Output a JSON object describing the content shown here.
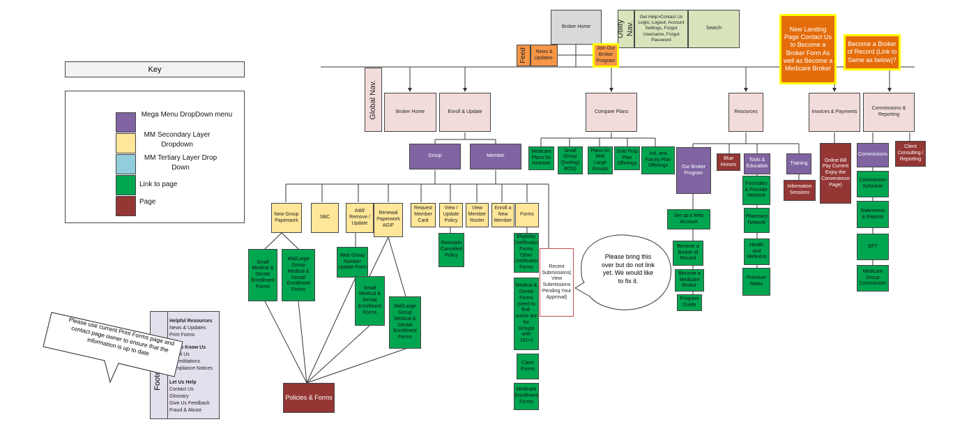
{
  "key": {
    "title": "Key",
    "items": [
      {
        "label": "Mega Menu DropDown menu",
        "color": "#8064a2"
      },
      {
        "label": "MM Secondary Layer Dropdown",
        "color": "#ffe699"
      },
      {
        "label": "MM Tertiary Layer Drop Down",
        "color": "#92cddc"
      },
      {
        "label": "Link to page",
        "color": "#00a550"
      },
      {
        "label": "Page",
        "color": "#943634"
      }
    ]
  },
  "top": {
    "broker_home": "Broker Home",
    "utility_nav": "Utility Nav.",
    "get_help": "Get Help>Contact Us Login, Logout, Account Settings, Forgot Username, Forgot Password",
    "search": "Search",
    "feed": "Feed",
    "news_updates": "News & Updates-",
    "join_program": "Join Our Broker Program",
    "new_landing": "New Landing Page Contact Us to Become a Broker Form As well as Become a Medicare Broker",
    "broker_of_record": "Become a Broker of Record (Link to Same as below)?"
  },
  "global_nav": {
    "label": "Global Nav.",
    "items": [
      "Broker Home",
      "Enroll & Update",
      "Compare Plans",
      "Resources",
      "Invoices & Payments",
      "Commissions & Reporting"
    ]
  },
  "enroll": {
    "group": "Group",
    "member": "Member",
    "new_group_paperwork": "New Group Paperwork",
    "sbc": "SBC",
    "add_remove": "Add/ Remove / Update",
    "renewal": "Renewal Paperwork AGIF",
    "request_card": "Request Member Card",
    "view_update_policy": "View / Update Policy",
    "view_roster": "View Member Roster",
    "enroll_new": "Enroll a New Member",
    "forms": "Forms",
    "small_forms_1": "Small Medical & Dental Enrollment Forms",
    "midlarge_forms_1": "Mid/Large Group Medical & Dental Enrollment Forms",
    "web_group": "Web Group Number Update Form",
    "small_forms_2": "Small Medical & Dental Enrollment Forms",
    "midlarge_forms_2": "Mid/Large Group Medical & Dental Enrollment Forms",
    "reinstate": "Reinstate Cancelled Policy",
    "eligibility": "Eligibility Certification Forms Other Certification Forms",
    "medical_dental": "Medical & Dental Forms (need to find- online are for Groups with 101+)",
    "claim": "Claim Forms",
    "medicare_enroll": "Medicare Enrollment Forms",
    "policies_forms": "Policies & Forms",
    "recent_submissions": "Recent Submissions( View Submissions Pending Your Approval)",
    "bubble": "Please bring this over but do not link yet. We would like to fix it."
  },
  "compare": {
    "retirees": "Medicare Plans for Retirees",
    "small_quoting": "Small Group Quoting( BOD)",
    "plans_mid": "Plans for Mid/ Large Groups",
    "sole_prop": "Sole Prop Plan Offerings",
    "ind_family": "Ind. and Family Plan Offerings"
  },
  "resources": {
    "our_program": "Our Broker Program",
    "blue_honors": "Blue Honors",
    "tools_education": "Tools & Education",
    "training": "Training",
    "setup_web": "Set up a Web Account",
    "become_record": "Become a Broker of Record",
    "become_medicare": "Become a Medicare Broker",
    "program_guide": "Program Guide",
    "formulary": "Formulary & Provider Network",
    "pharmacy": "Pharmacy Network",
    "health": "Health and Wellness",
    "premium": "Premium Rates",
    "info_sessions": "Information Sessions"
  },
  "invoices": {
    "online_bill": "Online Bill Pay Current Enjoy the Convenience Page)"
  },
  "commissions": {
    "commissions": "Commissions",
    "client_consulting": "Client Consulting / Reporting",
    "schedule": "Commission Schedule",
    "statements": "Statements & Reports",
    "eft": "EFT",
    "medicare_group": "Medicare Group Commission"
  },
  "footer": {
    "tab": "Footer",
    "lines": [
      {
        "text": "Helpful Resources",
        "head": true
      },
      {
        "text": "News & Updates",
        "head": false
      },
      {
        "text": "Print Forms",
        "head": false
      },
      {
        "text": "Get to Know Us",
        "head": true
      },
      {
        "text": "About Us",
        "head": false
      },
      {
        "text": "Accreditations",
        "head": false
      },
      {
        "text": "Compliance Notices",
        "head": false
      },
      {
        "text": "Let Us Help",
        "head": true
      },
      {
        "text": "Contact Us",
        "head": false
      },
      {
        "text": "Glossary",
        "head": false
      },
      {
        "text": "Give Us Feedback",
        "head": false
      },
      {
        "text": "Fraud & Abuse",
        "head": false
      }
    ],
    "callout": "Please use current Print Forms page and contact page owner to ensure that the information is up to date"
  }
}
